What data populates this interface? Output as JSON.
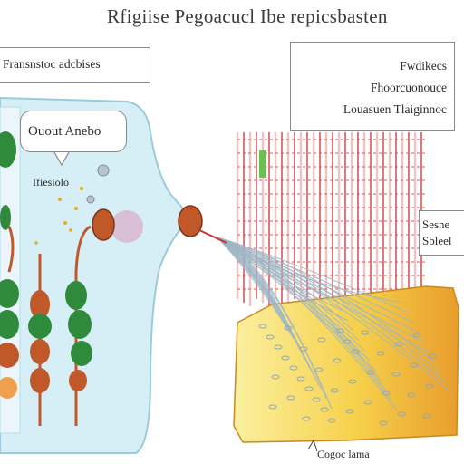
{
  "title": "Rfigiise Pegoacucl Ibe repicsbasten",
  "callouts": {
    "left_top": "Fransnstoc adcbises",
    "right_top": [
      "Fwdikecs",
      "Fhoorcuonouce",
      "Louasuen Tlaiginnoc"
    ],
    "cell": "Ouout Anebo",
    "side": [
      "Sesne",
      "Sbleel"
    ]
  },
  "labels": {
    "small": "Ifiesiolo",
    "bottom": "Cogoc lama"
  },
  "colors": {
    "cell_fill": "#d6eef6",
    "cell_stroke": "#9ccadb",
    "chain_green": "#2f8a3c",
    "chain_orange": "#c1582a",
    "muscle_yellow": "#f6d04a",
    "muscle_orange": "#e99d2c",
    "fiber_red": "#d6585a",
    "fiber_pink": "#f1c4c4",
    "strands": "#9fb6c4"
  }
}
